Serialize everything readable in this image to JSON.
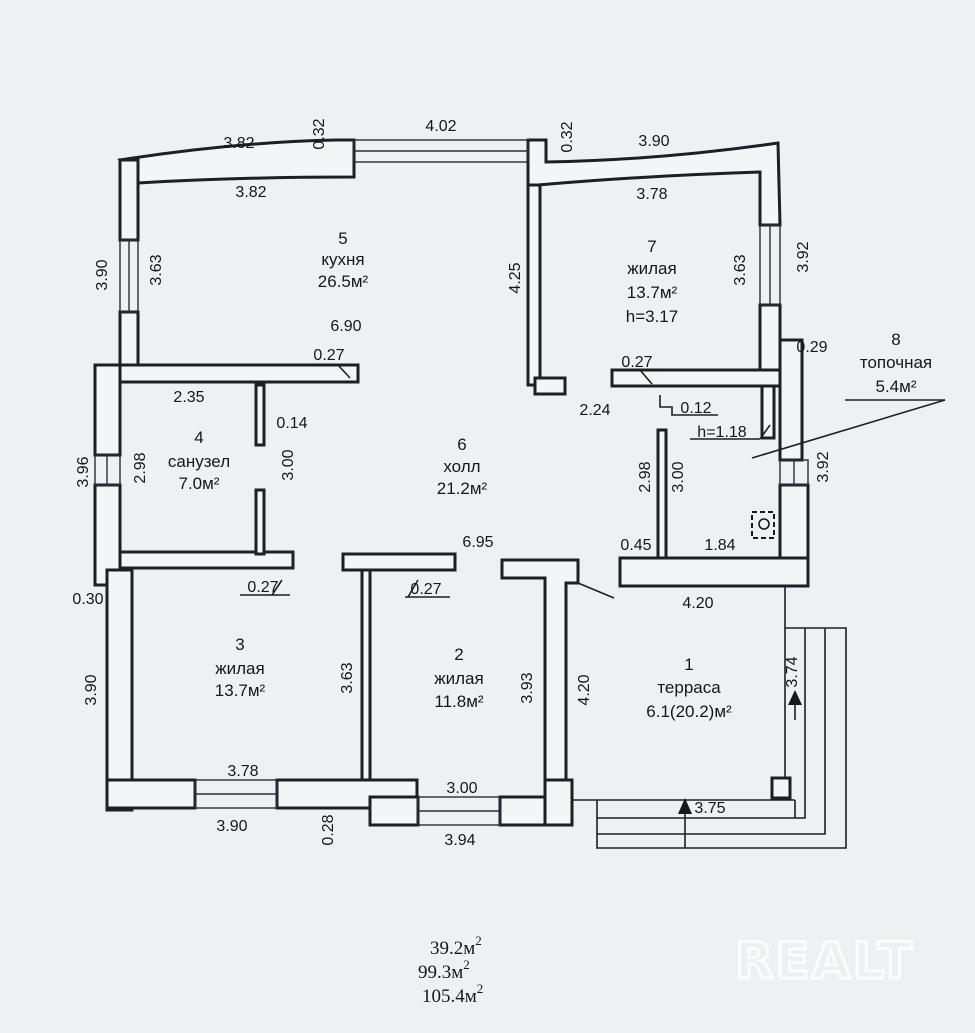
{
  "rooms": [
    {
      "id": "r1",
      "num": "1",
      "name": "терраса",
      "area": "6.1(20.2)м²"
    },
    {
      "id": "r2",
      "num": "2",
      "name": "жилая",
      "area": "11.8м²"
    },
    {
      "id": "r3",
      "num": "3",
      "name": "жилая",
      "area": "13.7м²"
    },
    {
      "id": "r4",
      "num": "4",
      "name": "санузел",
      "area": "7.0м²"
    },
    {
      "id": "r5",
      "num": "5",
      "name": "кухня",
      "area": "26.5м²"
    },
    {
      "id": "r6",
      "num": "6",
      "name": "холл",
      "area": "21.2м²"
    },
    {
      "id": "r7",
      "num": "7",
      "name": "жилая",
      "area": "13.7м²",
      "height": "h=3.17"
    },
    {
      "id": "r8",
      "num": "8",
      "name": "топочная",
      "area": "5.4м²"
    }
  ],
  "dimensions": {
    "top_left_outer": "3.82",
    "top_wall_left": "0.32",
    "top_window": "4.02",
    "top_wall_right": "0.32",
    "top_right_outer": "3.90",
    "kitchen_inner_width": "3.82",
    "room7_inner_width": "3.78",
    "left_outer_top": "3.90",
    "kitchen_inner_height": "3.63",
    "hall_partition": "4.25",
    "room7_inner_height": "3.63",
    "right_outer_top": "3.92",
    "kitchen_depth": "6.90",
    "kitchen_door": "0.27",
    "room7_door": "0.27",
    "right_wall": "0.29",
    "bath_width": "2.35",
    "bath_partition": "0.14",
    "boiler_niche": "0.12",
    "boiler_height": "h=1.18",
    "hall_width": "2.24",
    "left_outer_mid": "3.96",
    "bath_height": "2.98",
    "hall_height": "3.00",
    "boiler_inner_height": "2.98",
    "boiler_inner_height2": "3.00",
    "right_outer_mid": "3.92",
    "hall_length": "6.95",
    "boiler_door": "0.45",
    "boiler_width": "1.84",
    "room3_door": "0.27",
    "room2_door": "0.27",
    "left_wall": "0.30",
    "terrace_width": "4.20",
    "left_outer_bottom": "3.90",
    "room2_height": "3.63",
    "room2_height2": "3.93",
    "terrace_height": "4.20",
    "terrace_side": "3.74",
    "room3_inner_width": "3.78",
    "room2_inner_width": "3.00",
    "terrace_front": "3.75",
    "bottom_left_outer": "3.90",
    "bottom_wall": "0.28",
    "bottom_mid_outer": "3.94"
  },
  "totals": {
    "line1": "39.2м",
    "line2": "99.3м",
    "line3": "105.4м",
    "exp": "2"
  },
  "watermark": "REALT"
}
